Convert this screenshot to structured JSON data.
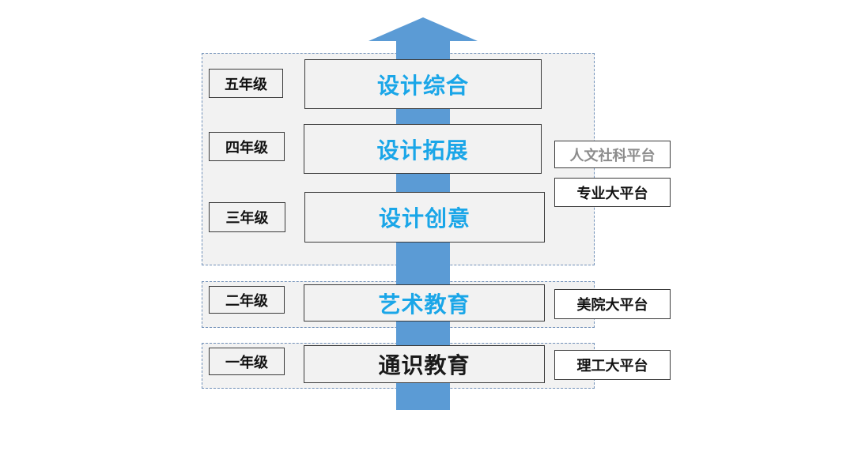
{
  "colors": {
    "arrow": "#5b9bd5",
    "course_highlight": "#1aa6e8",
    "course_dark": "#1a1a1a",
    "group_border": "#6f8fb8",
    "box_fill": "#f2f2f2"
  },
  "grades": [
    {
      "label": "五年级"
    },
    {
      "label": "四年级"
    },
    {
      "label": "三年级"
    },
    {
      "label": "二年级"
    },
    {
      "label": "一年级"
    }
  ],
  "courses": [
    {
      "label": "设计综合"
    },
    {
      "label": "设计拓展"
    },
    {
      "label": "设计创意"
    },
    {
      "label": "艺术教育"
    },
    {
      "label": "通识教育"
    }
  ],
  "platforms": [
    {
      "label": "人文社科平台"
    },
    {
      "label": "专业大平台"
    },
    {
      "label": "美院大平台"
    },
    {
      "label": "理工大平台"
    }
  ]
}
